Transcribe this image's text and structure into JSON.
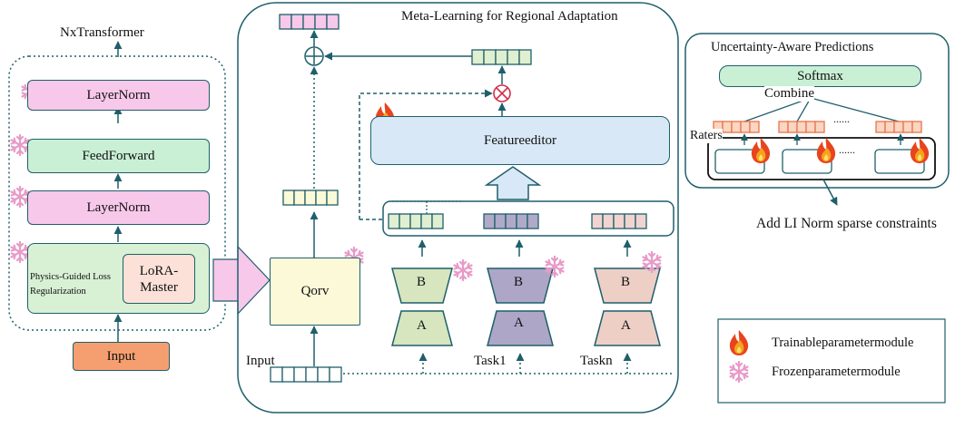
{
  "left_panel": {
    "title": "NxTransformer",
    "layernorm_top": "LayerNorm",
    "feedforward": "FeedForward",
    "layernorm_bottom": "LayerNorm",
    "physics_line1": "Physics-Guided Loss",
    "physics_line2": "Regularization",
    "lora_line1": "LoRA-",
    "lora_line2": "Master",
    "input": "Input"
  },
  "center_panel": {
    "title": "Meta-Learning for Regional Adaptation",
    "feature_editor": "Featureeditor",
    "qorv": "Qorv",
    "input_label": "Input",
    "task1_label": "Task1",
    "taskn_label": "Taskn",
    "adapters": [
      {
        "b": "B",
        "a": "A"
      },
      {
        "b": "B",
        "a": "A"
      },
      {
        "b": "B",
        "a": "A"
      }
    ],
    "symbols": {
      "plus": "⊕",
      "times": "⊗"
    }
  },
  "right_panel": {
    "title": "Uncertainty-Aware Predictions",
    "softmax": "Softmax",
    "combine": "Combine",
    "raters": "Raters",
    "dots_top": "......",
    "dots_bottom": "......",
    "constraint": "Add LI Norm sparse constraints"
  },
  "legend": {
    "trainable": "Trainableparametermodule",
    "frozen": "Frozenparametermodule"
  },
  "colors": {
    "teal": "#1f5f6b",
    "pink": "#f7c8ea",
    "green": "#c9efd5",
    "light_green": "#d8f0d4",
    "lora": "#fbe1d8",
    "input_orange": "#f59f70",
    "yellow": "#fbf9d8",
    "blue_box": "#d8e8f6",
    "adapter_green": "#d7e6bf",
    "adapter_purple": "#aea6c7",
    "adapter_pink": "#edcfc6",
    "cell_green": "#dfefd0",
    "cell_purple": "#b0aac8",
    "cell_pink": "#f1d4d0",
    "cell_orange": "#fbd6c2"
  }
}
